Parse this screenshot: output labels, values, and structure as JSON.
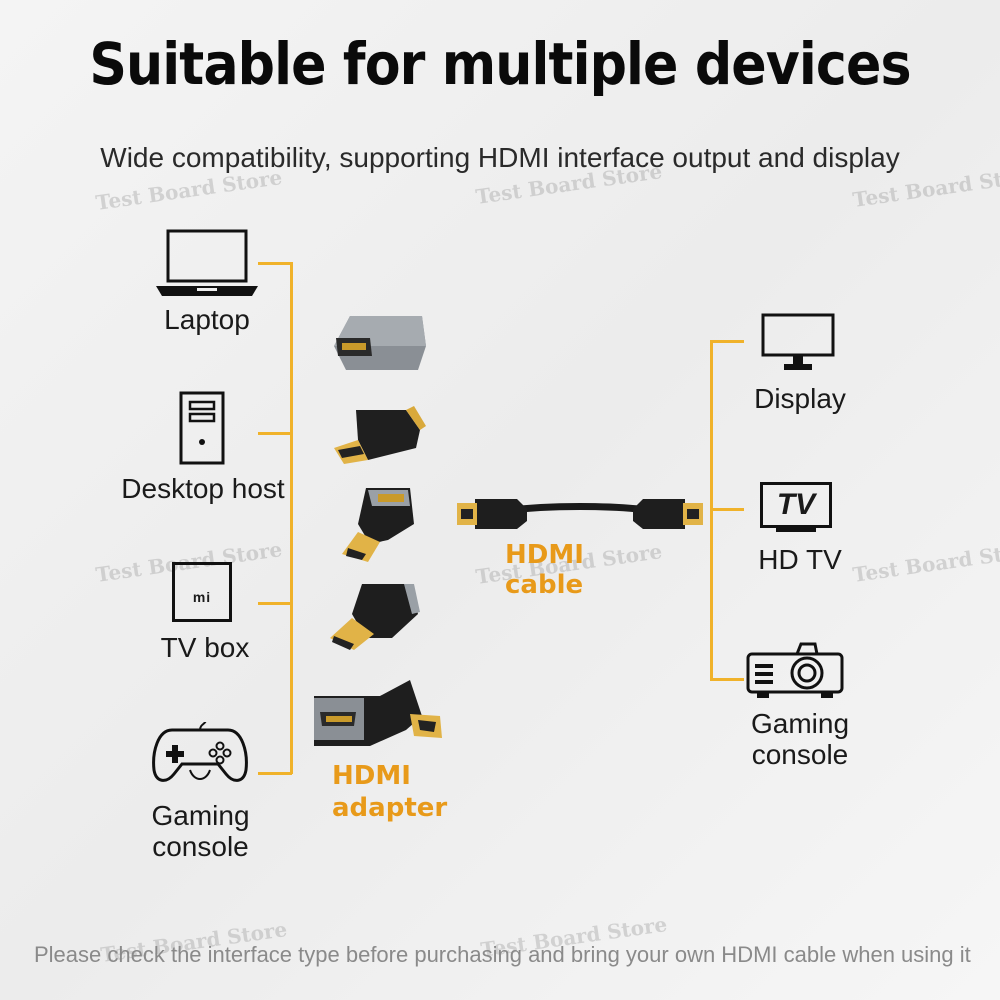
{
  "title": "Suitable for multiple devices",
  "subtitle": "Wide compatibility, supporting HDMI interface output and display",
  "watermark": "Test Board Store",
  "left_devices": [
    {
      "label": "Laptop",
      "icon": "laptop-icon"
    },
    {
      "label": "Desktop host",
      "icon": "desktop-tower-icon"
    },
    {
      "label": "TV box",
      "icon": "tv-box-icon",
      "icon_text": "mi"
    },
    {
      "label": "Gaming console",
      "icon": "gamepad-icon"
    }
  ],
  "right_devices": [
    {
      "label": "Display",
      "icon": "monitor-icon"
    },
    {
      "label": "HD TV",
      "icon": "tv-icon",
      "icon_text": "TV"
    },
    {
      "label": "Gaming console",
      "icon": "projector-icon"
    }
  ],
  "adapters_label": "HDMI adapter",
  "cable_label": "HDMI cable",
  "footnote": "Please check the interface type before purchasing and bring your own HDMI cable when using it",
  "colors": {
    "accent": "#f0b22a",
    "label_orange": "#e89a1a",
    "text": "#1a1a1a",
    "footnote": "#8a8a8a"
  }
}
